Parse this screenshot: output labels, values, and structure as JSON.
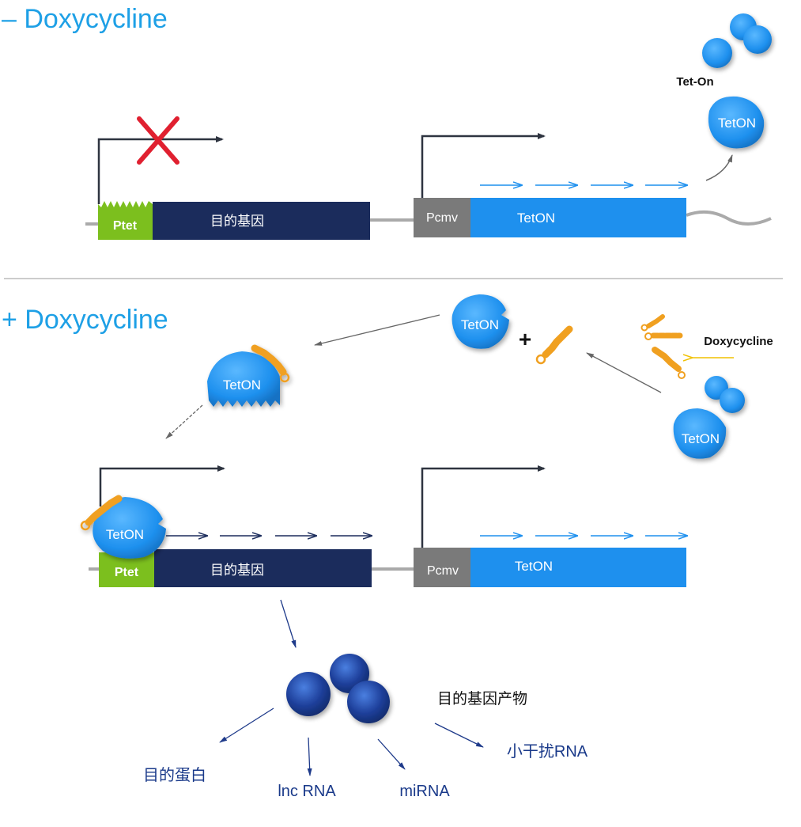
{
  "sections": {
    "minus": {
      "title": "– Doxycycline"
    },
    "plus": {
      "title": "+ Doxycycline"
    }
  },
  "top": {
    "ptet_label": "Ptet",
    "gene_label": "目的基因",
    "pcmv_label": "Pcmv",
    "teton_gene_label": "TetON",
    "teton_protein_label": "TetON",
    "tet_on_label": "Tet-On"
  },
  "bottom": {
    "free_teton_label": "TetON",
    "bound_teton_label": "TetON",
    "promoter_teton_label": "TetON",
    "corner_teton_label": "TetON",
    "plus_sign": "+",
    "doxycycline_label": "Doxycycline",
    "ptet_label": "Ptet",
    "gene_label": "目的基因",
    "pcmv_label": "Pcmv",
    "teton_gene_label": "TetON"
  },
  "products": {
    "title": "目的基因产物",
    "protein": "目的蛋白",
    "lncrna": "lnc RNA",
    "mirna": "miRNA",
    "sirna": "小干扰RNA"
  },
  "colors": {
    "title_blue": "#1ea0e6",
    "ptet_green": "#7cbf1e",
    "gene_navy": "#1b2c5c",
    "pcmv_gray": "#7a7a7a",
    "teton_blue": "#1e90ee",
    "doxy_orange": "#f0a020",
    "repress_red": "#e02030",
    "product_text": "#1a3a8a"
  }
}
